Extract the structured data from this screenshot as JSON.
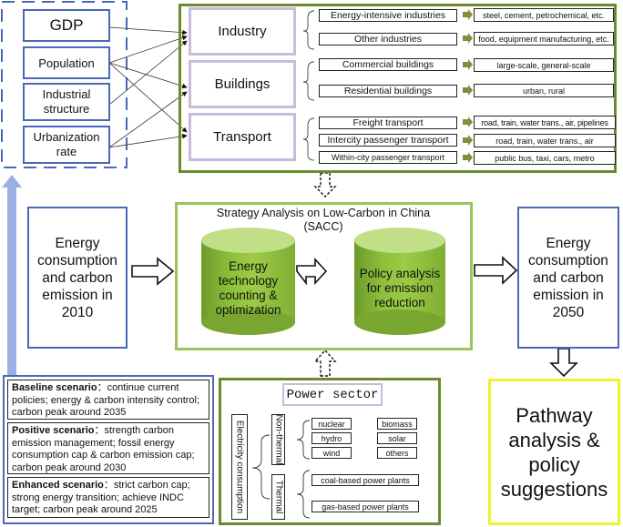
{
  "drivers": {
    "items": [
      "GDP",
      "Population",
      "Industrial structure",
      "Urbanization rate"
    ]
  },
  "sectors": [
    {
      "name": "Industry",
      "subsectors": [
        {
          "label": "Energy-intensive industries",
          "detail": "steel, cement, petrochemical, etc."
        },
        {
          "label": "Other industries",
          "detail": "food, equipment manufacturing, etc."
        }
      ]
    },
    {
      "name": "Buildings",
      "subsectors": [
        {
          "label": "Commercial buildings",
          "detail": "large-scale, general-scale"
        },
        {
          "label": "Residential buildings",
          "detail": "urban, rural"
        }
      ]
    },
    {
      "name": "Transport",
      "subsectors": [
        {
          "label": "Freight transport",
          "detail": "road, train, water trans., air, pipelines"
        },
        {
          "label": "Intercity passenger transport",
          "detail": "road, train, water trans., air"
        },
        {
          "label": "Within-city passenger transport",
          "detail": "public bus, taxi, cars, metro"
        }
      ]
    }
  ],
  "start": {
    "label": "Energy consumption and carbon emission in 2010"
  },
  "end": {
    "label": "Energy consumption and carbon emission in 2050"
  },
  "sacc": {
    "title": "Strategy Analysis on Low-Carbon in China (SACC)",
    "left_cylinder": "Energy technology counting & optimization",
    "right_cylinder": "Policy analysis for emission reduction"
  },
  "outcome": {
    "label": "Pathway analysis & policy suggestions"
  },
  "scenarios": [
    {
      "name": "Baseline scenario",
      "sep": "：",
      "text": "continue current policies; energy & carbon intensity control; carbon peak around 2035"
    },
    {
      "name": "Positive scenario",
      "sep": "：",
      "text": "strength carbon emission management; fossil energy consumption cap & carbon emission cap; carbon peak around 2030"
    },
    {
      "name": "Enhanced scenario",
      "sep": "：",
      "text": "strict carbon cap; strong energy transition; achieve INDC target; carbon peak around 2025"
    }
  ],
  "power": {
    "title": "Power sector",
    "root": "Electricity consumption",
    "non_thermal": {
      "label": "Non-thermal",
      "items": [
        "nuclear",
        "hydro",
        "wind",
        "biomass",
        "solar",
        "others"
      ]
    },
    "thermal": {
      "label": "Thermal",
      "items": [
        "coal-based power plants",
        "gas-based power plants"
      ]
    }
  },
  "colors": {
    "blue": "#4a68b8",
    "olive": "#6b8a2e",
    "light_green": "#9cc45a",
    "lavender": "#c6bcdc",
    "yellow": "#f2f22a",
    "arrow_olive": "#8a8a3a",
    "upward_arrow": "#9bb0e2"
  }
}
